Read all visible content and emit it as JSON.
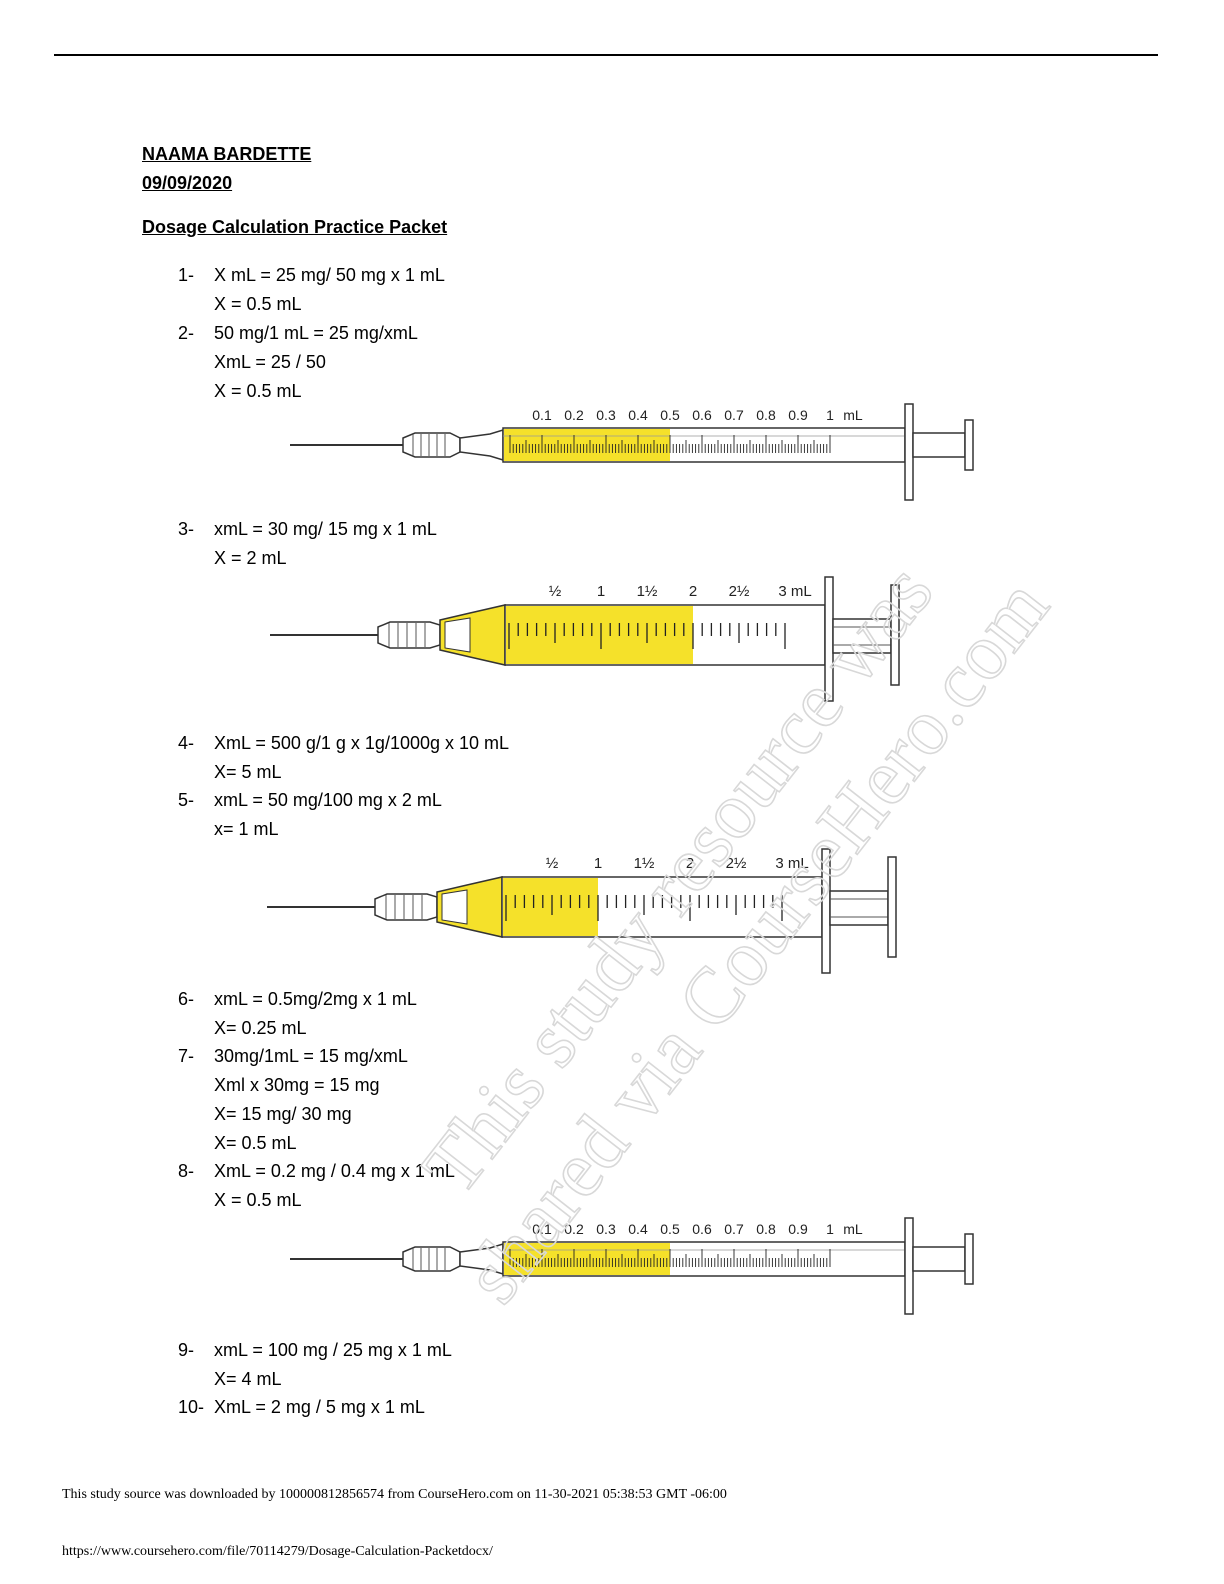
{
  "header": {
    "name": "NAAMA BARDETTE",
    "date": "09/09/2020",
    "title": "Dosage Calculation Practice Packet"
  },
  "problems": [
    {
      "num": "1-",
      "lines": [
        "X mL = 25 mg/ 50 mg x 1 mL",
        "X = 0.5 mL"
      ]
    },
    {
      "num": "2-",
      "lines": [
        "50 mg/1 mL = 25 mg/xmL",
        "XmL = 25 / 50",
        "X = 0.5 mL"
      ]
    },
    {
      "num": "3-",
      "lines": [
        "xmL = 30 mg/ 15 mg x 1 mL",
        "X = 2 mL"
      ]
    },
    {
      "num": "4-",
      "lines": [
        "XmL = 500 g/1 g x 1g/1000g x 10 mL",
        "X= 5 mL"
      ]
    },
    {
      "num": "5-",
      "lines": [
        "xmL = 50 mg/100 mg x 2 mL",
        "x= 1 mL"
      ]
    },
    {
      "num": "6-",
      "lines": [
        "xmL = 0.5mg/2mg x 1 mL",
        "X= 0.25 mL"
      ]
    },
    {
      "num": "7-",
      "lines": [
        "30mg/1mL = 15 mg/xmL",
        "Xml x 30mg = 15 mg",
        "X= 15 mg/ 30 mg",
        "X= 0.5 mL"
      ]
    },
    {
      "num": "8-",
      "lines": [
        "XmL = 0.2 mg  / 0.4 mg  x 1 mL",
        "X = 0.5 mL"
      ]
    },
    {
      "num": "9-",
      "lines": [
        "xmL = 100 mg / 25 mg x 1 mL",
        "X= 4 mL"
      ]
    },
    {
      "num": "10-",
      "lines": [
        "XmL = 2 mg / 5 mg x 1 mL"
      ]
    }
  ],
  "syringes": [
    {
      "kind": "1mL",
      "labels": [
        "0.1",
        "0.2",
        "0.3",
        "0.4",
        "0.5",
        "0.6",
        "0.7",
        "0.8",
        "0.9",
        "1",
        "mL"
      ],
      "fill_ml": 0.5,
      "capacity_ml": 1
    },
    {
      "kind": "3mL",
      "labels": [
        "½",
        "1",
        "1½",
        "2",
        "2½",
        "3 mL"
      ],
      "fill_ml": 2,
      "capacity_ml": 3
    },
    {
      "kind": "3mL",
      "labels": [
        "½",
        "1",
        "1½",
        "2",
        "2½",
        "3 mL"
      ],
      "fill_ml": 1,
      "capacity_ml": 3
    },
    {
      "kind": "1mL",
      "labels": [
        "0.1",
        "0.2",
        "0.3",
        "0.4",
        "0.5",
        "0.6",
        "0.7",
        "0.8",
        "0.9",
        "1",
        "mL"
      ],
      "fill_ml": 0.5,
      "capacity_ml": 1
    }
  ],
  "colors": {
    "fill": "#f5e12a"
  },
  "watermark": [
    "This study resource was",
    "shared via CourseHero.com"
  ],
  "footer": {
    "download_note": "This study source was downloaded by 100000812856574 from CourseHero.com on 11-30-2021 05:38:53 GMT -06:00",
    "url": "https://www.coursehero.com/file/70114279/Dosage-Calculation-Packetdocx/"
  }
}
